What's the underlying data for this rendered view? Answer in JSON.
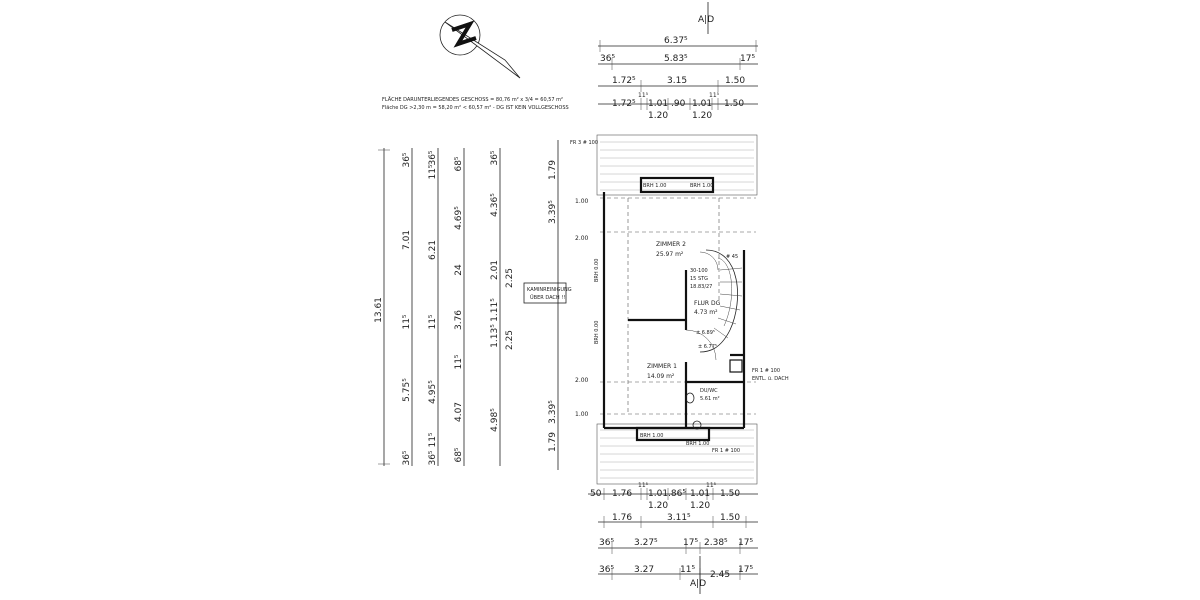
{
  "section_marker": {
    "top": "A|D",
    "bottom": "A|D"
  },
  "area_notes": {
    "line1": "FLÄCHE DARUNTERLIEGENDES GESCHOSS = 80,76 m² x 3/4 = 60,57 m²",
    "line2": "Fläche DG >2,30 m = 58,20 m² < 60,57 m² - DG IST KEIN VOLLGESCHOSS"
  },
  "top_dims": {
    "row1": {
      "total": "6.37⁵"
    },
    "row2": {
      "a": "36⁵",
      "b": "5.83⁵",
      "c": "17⁵"
    },
    "row3": {
      "a": "1.72⁵",
      "b": "3.15",
      "c": "1.50"
    },
    "row4": {
      "a": "1.72⁵",
      "b": "11⁵",
      "c": "1.01",
      "d": ".90",
      "e": "1.01",
      "f": "11⁵",
      "g": "1.50"
    },
    "row4_sub": {
      "a": "1.20",
      "b": "1.20"
    }
  },
  "bottom_dims": {
    "row1": {
      "a": "50",
      "b": "1.76",
      "c": "11⁵",
      "d": "1.01",
      "e": ".86⁵",
      "f": "1.01",
      "g": "11⁵",
      "h": "1.50"
    },
    "row1_sub": {
      "a": "1.20",
      "b": "1.20"
    },
    "row2": {
      "a": "1.76",
      "b": "3.11⁵",
      "c": "1.50"
    },
    "row3": {
      "a": "36⁵",
      "b": "3.27⁵",
      "c": "17⁵",
      "d": "2.38⁵",
      "e": "17⁵"
    },
    "row4": {
      "a": "36⁵",
      "b": "3.27",
      "c": "11⁵",
      "d": "2.45",
      "e": "17⁵"
    }
  },
  "left_dims": {
    "col1": {
      "total": "13.61"
    },
    "col2": {
      "a": "36⁵",
      "b": "7.01",
      "c": "11⁵",
      "d": "5.75⁵",
      "e": "36⁵"
    },
    "col3": {
      "a": "11⁵",
      "b": "36⁵",
      "c": "6.21",
      "d": "11⁵",
      "e": "4.95⁵",
      "f": "11⁵",
      "g": "36⁵"
    },
    "col4": {
      "a": "68⁵",
      "b": "4.69⁵",
      "c": "24",
      "d": "3.76",
      "e": "11⁵",
      "f": "4.07",
      "g": "68⁵"
    },
    "col5": {
      "a": "36⁵",
      "b": "4.36⁵",
      "c": "2.01",
      "d": "1.11⁵",
      "e": "1.13⁵",
      "f": "4.98⁵"
    },
    "col5b": {
      "a": "2.25",
      "b": "2.25"
    },
    "col6": {
      "a": "3.39⁵",
      "b": "1.79",
      "c": "3.39⁵",
      "d": "1.79"
    },
    "heights": {
      "a": "1.00",
      "b": "2.00",
      "c": "2.00",
      "d": "1.00"
    }
  },
  "kamin_note": {
    "line1": "KAMINREINIGUNG",
    "line2": "ÜBER DACH !!"
  },
  "rooms": {
    "zimmer2": {
      "name": "ZIMMER 2",
      "area": "25.97 m²"
    },
    "zimmer1": {
      "name": "ZIMMER 1",
      "area": "14.09 m²"
    },
    "flur": {
      "name": "FLUR DG",
      "area": "4.73 m²"
    },
    "duwc": {
      "name": "DU/WC",
      "area": "5.61 m²"
    },
    "stair": {
      "l1": "30-100",
      "l2": "15 STG",
      "l3": "18.83/27"
    }
  },
  "labels": {
    "brh_top1": "BRH 1.00",
    "brh_top2": "BRH 1.00",
    "brh_bot": "BRH 1.00",
    "brh_bot2": "BRH 1.00",
    "brh_side1": "BRH 0.00",
    "brh_side2": "BRH 0.00",
    "fr_top": "FR 3 # 100",
    "fr_right1": "FR 1 # 100",
    "fr_right2": "ENTL. ü. DACH",
    "fr_bot": "FR 1 # 100",
    "lvl1": "± 6.89⁵",
    "lvl2": "± 6.77⁵",
    "dim_a": "# 45"
  }
}
